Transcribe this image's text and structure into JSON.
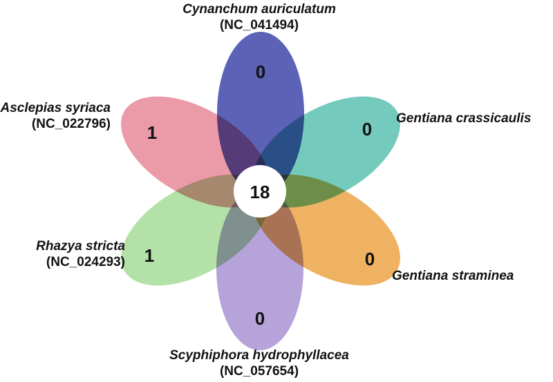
{
  "diagram": {
    "type": "flower-venn",
    "core": {
      "count": "18",
      "color": "#ffffff"
    },
    "petals": [
      {
        "id": "cynanchum",
        "species": "Cynanchum auriculatum",
        "accession": "(NC_041494)",
        "unique": "0",
        "color": "#3f46a8"
      },
      {
        "id": "gentiana-crassicaulis",
        "species": "Gentiana crassicaulis",
        "accession": "",
        "unique": "0",
        "color": "#5cc2b2"
      },
      {
        "id": "gentiana-straminea",
        "species": "Gentiana straminea",
        "accession": "",
        "unique": "0",
        "color": "#eba446"
      },
      {
        "id": "scyphiphora",
        "species": "Scyphiphora hydrophyllacea",
        "accession": "(NC_057654)",
        "unique": "0",
        "color": "#a893d4"
      },
      {
        "id": "rhazya",
        "species": "Rhazya stricta",
        "accession": "(NC_024293)",
        "unique": "1",
        "color": "#a6dc98"
      },
      {
        "id": "asclepias",
        "species": "Asclepias syriaca",
        "accession": "(NC_022796)",
        "unique": "1",
        "color": "#e88898"
      }
    ]
  }
}
